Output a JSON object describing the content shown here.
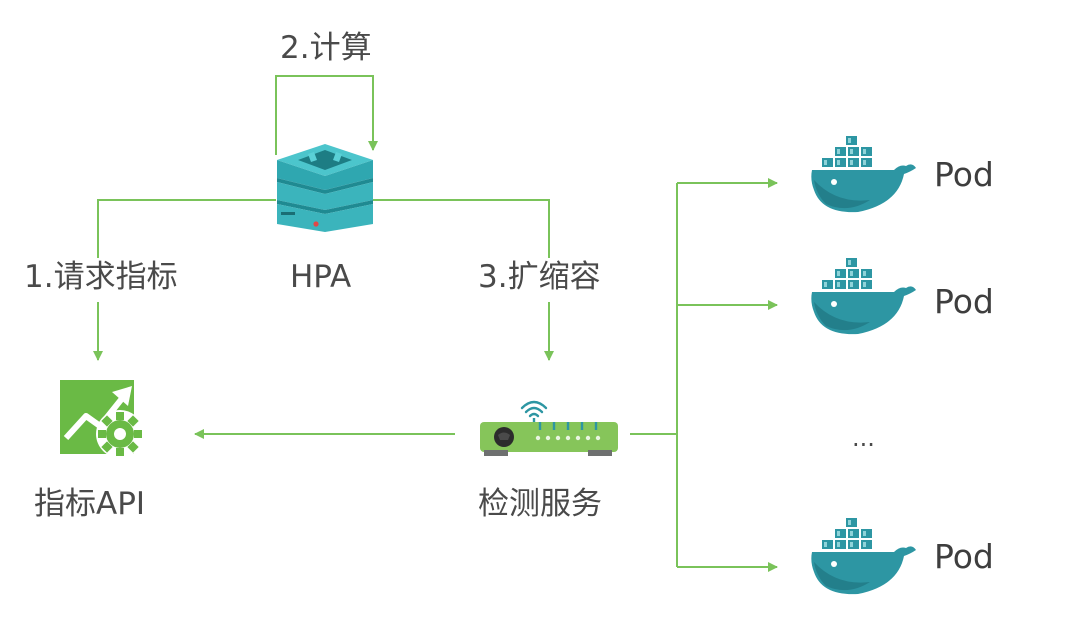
{
  "labels": {
    "step_compute": "2.计算",
    "step_request_metrics": "1.请求指标",
    "hpa": "HPA",
    "step_scale": "3.扩缩容",
    "metrics_api": "指标API",
    "monitor_service": "检测服务",
    "ellipsis": "..."
  },
  "pods": [
    {
      "label": "Pod"
    },
    {
      "label": "Pod"
    },
    {
      "label": "Pod"
    }
  ],
  "colors": {
    "arrow": "#7ac35a",
    "hpa_teal": "#3bb4bc",
    "hpa_dark": "#1d7d84",
    "metrics_green": "#6aba45",
    "router_green": "#86c55a",
    "whale_teal": "#2d96a3"
  },
  "icons": {
    "hpa": "server-stack-icon",
    "metrics_api": "chart-gear-icon",
    "monitor_service": "wifi-router-icon",
    "pod": "docker-whale-icon"
  }
}
